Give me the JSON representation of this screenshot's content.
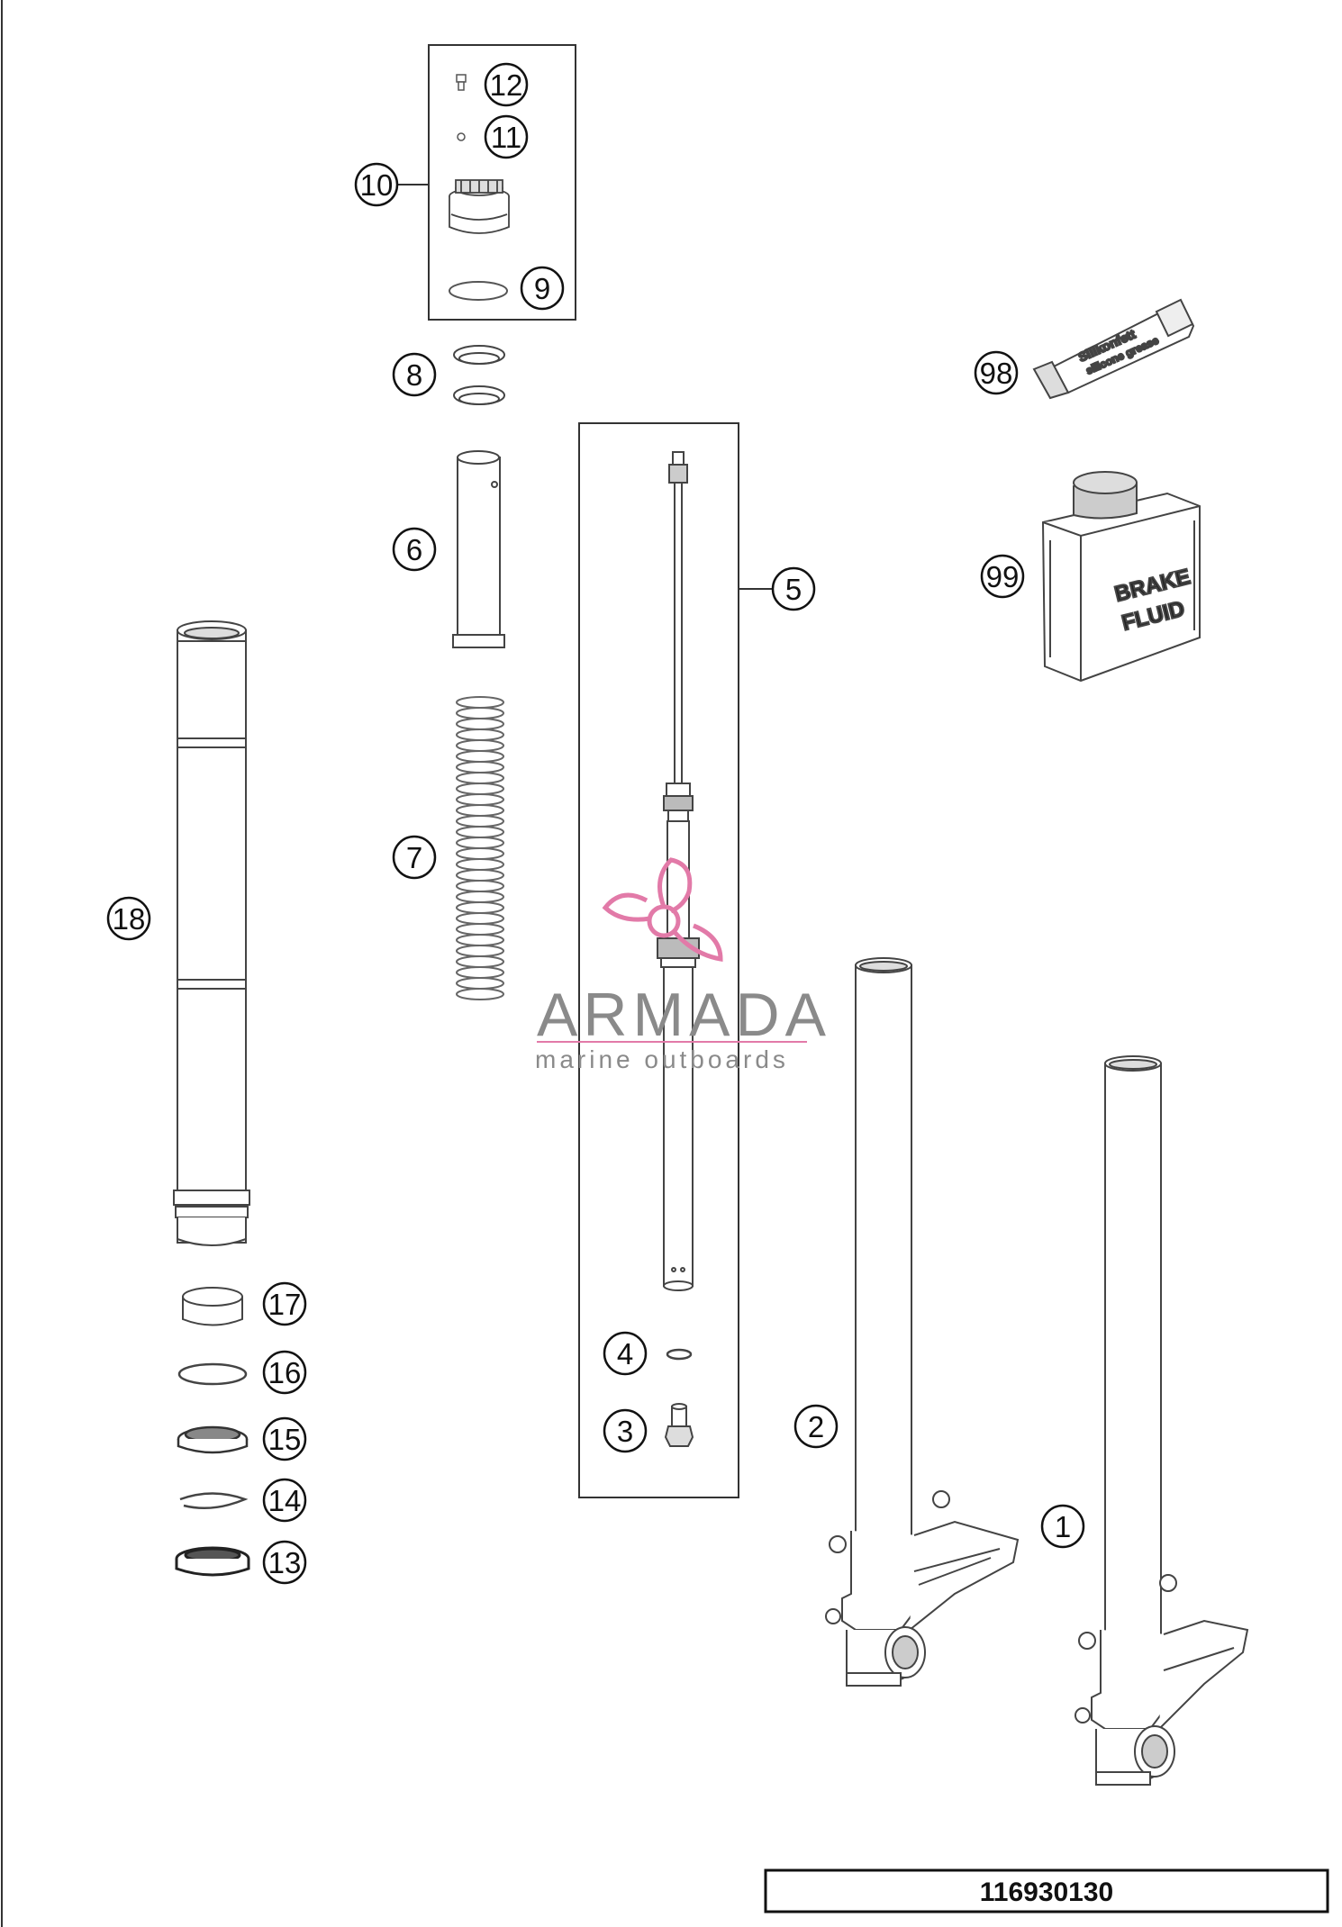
{
  "diagram": {
    "drawing_number": "116930130",
    "callouts": [
      "1",
      "2",
      "3",
      "4",
      "5",
      "6",
      "7",
      "8",
      "9",
      "10",
      "11",
      "12",
      "13",
      "14",
      "15",
      "16",
      "17",
      "18",
      "98",
      "99"
    ],
    "product_labels": {
      "fluid_can_line1": "BRAKE",
      "fluid_can_line2": "FLUID",
      "grease_tube_line1": "Silikonfett",
      "grease_tube_line2": "silicone grease"
    },
    "watermark": {
      "name": "ARMADA",
      "tagline": "marine outboards",
      "color": "#e27aa8"
    }
  }
}
